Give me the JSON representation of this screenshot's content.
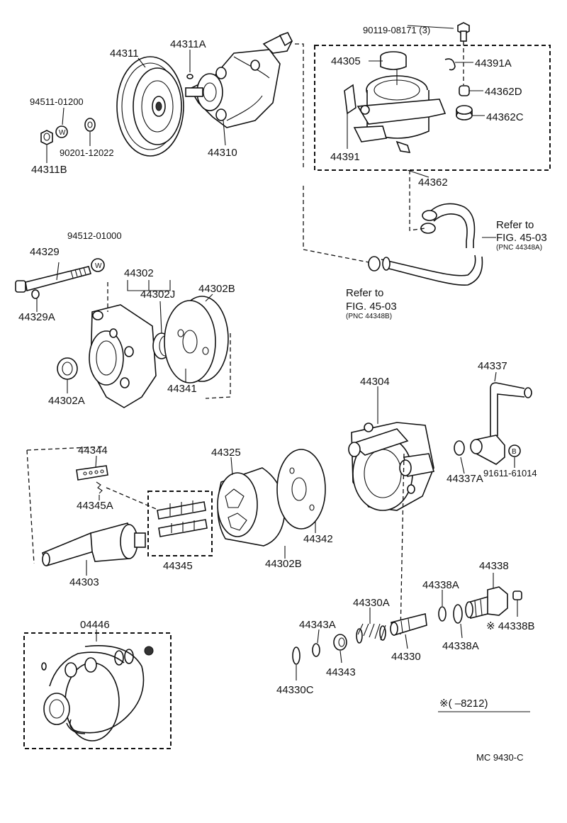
{
  "labels": {
    "p44311": "44311",
    "p44311A": "44311A",
    "p94511": "94511-01200",
    "p90201": "90201-12022",
    "p44311B": "44311B",
    "p44310": "44310",
    "p90119": "90119-08171 (3)",
    "p44305": "44305",
    "p44391A": "44391A",
    "p44362D": "44362D",
    "p44362C": "44362C",
    "p44391": "44391",
    "p44362": "44362",
    "p94512": "94512-01000",
    "p44329": "44329",
    "p44329A": "44329A",
    "p44302": "44302",
    "p44302J": "44302J",
    "p44302B_top": "44302B",
    "p44302A": "44302A",
    "p44341": "44341",
    "p44304": "44304",
    "p44337": "44337",
    "p44337A": "44337A",
    "p91611": "91611-61014",
    "p44344": "44344",
    "p44345A": "44345A",
    "p44325": "44325",
    "p44342": "44342",
    "p44303": "44303",
    "p44345": "44345",
    "p44302B_mid": "44302B",
    "p44338": "44338",
    "p44338A_top": "44338A",
    "p44330A": "44330A",
    "p44343A": "44343A",
    "p44338B": "※ 44338B",
    "p44338A_bot": "44338A",
    "p44330": "44330",
    "p44343": "44343",
    "p44330C": "44330C",
    "p04446": "04446"
  },
  "washer_marks": {
    "w": "W",
    "b": "B"
  },
  "refs": {
    "ref_right_line1": "Refer to",
    "ref_right_line2": "FIG. 45-03",
    "ref_right_line3": "(PNC 44348A)",
    "ref_left_line1": "Refer to",
    "ref_left_line2": "FIG. 45-03",
    "ref_left_line3": "(PNC 44348B)"
  },
  "footnote": "※(     –8212)",
  "diagram_code": "MC  9430-C"
}
